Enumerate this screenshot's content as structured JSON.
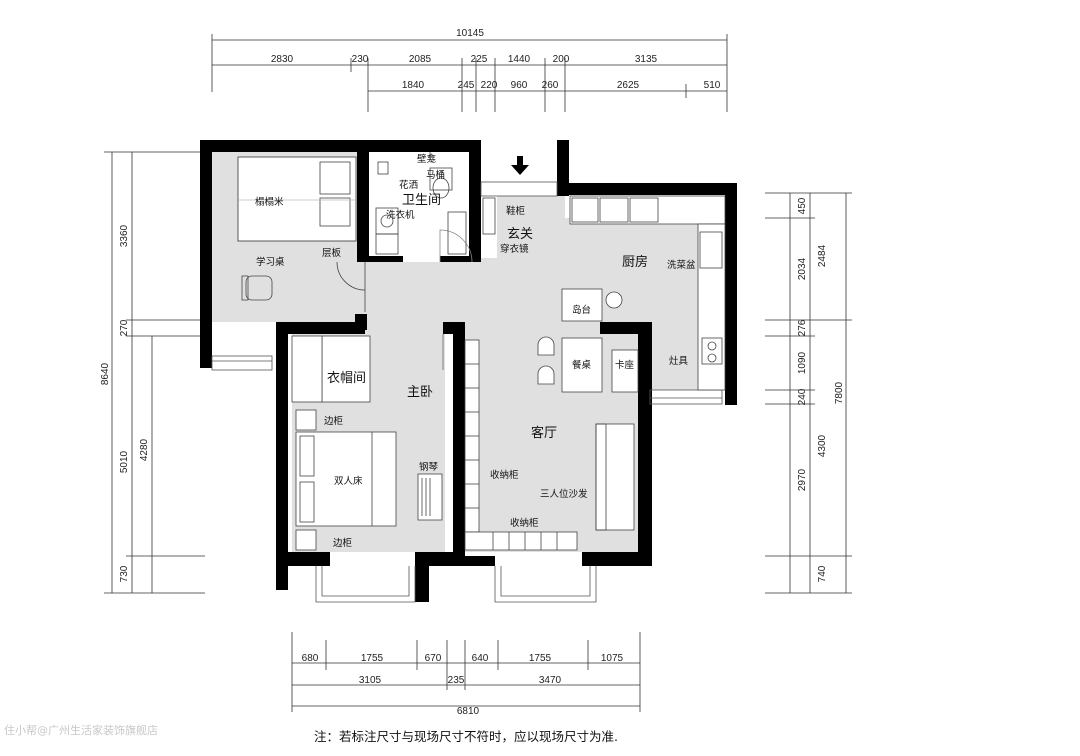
{
  "top_dims": {
    "total": "10145",
    "row1": [
      "2830",
      "230",
      "2085",
      "225",
      "1440",
      "200",
      "3135"
    ],
    "row2": [
      "1840",
      "245",
      "220",
      "960",
      "260",
      "2625",
      "510"
    ]
  },
  "bottom_dims": {
    "row1": [
      "680",
      "1755",
      "670",
      "640",
      "1755",
      "1075"
    ],
    "row2": [
      "3105",
      "235",
      "3470"
    ],
    "total": "6810"
  },
  "left_dims": {
    "total": "8640",
    "outer": [
      "3360",
      "270",
      "5010",
      "730"
    ],
    "inner": "4280"
  },
  "right_dims": {
    "total": "7800",
    "outer": [
      "2484",
      "4300",
      "740"
    ],
    "inner": [
      "450",
      "2034",
      "276",
      "1090",
      "240",
      "2970"
    ]
  },
  "rooms": {
    "tatami": "榻榻米",
    "study_desk": "学习桌",
    "shelf": "层板",
    "bathroom": "卫生间",
    "niche": "壁龛",
    "shower": "花洒",
    "toilet": "马桶",
    "washer": "洗衣机",
    "entry": "玄关",
    "shoe_cabinet": "鞋柜",
    "dress_mirror": "穿衣镜",
    "kitchen": "厨房",
    "sink": "洗菜盆",
    "stove": "灶具",
    "island": "岛台",
    "dining_table": "餐桌",
    "booth": "卡座",
    "cloakroom": "衣帽间",
    "master_bedroom": "主卧",
    "side_cabinet_top": "边柜",
    "double_bed": "双人床",
    "side_cabinet_bottom": "边柜",
    "piano": "钢琴",
    "living_room": "客厅",
    "storage_cabinet_1": "收纳柜",
    "storage_cabinet_2": "收纳柜",
    "sofa": "三人位沙发"
  },
  "watermark": "住小帮@广州生活家装饰旗舰店",
  "note": "注：若标注尺寸与现场尺寸不符时，应以现场尺寸为准."
}
